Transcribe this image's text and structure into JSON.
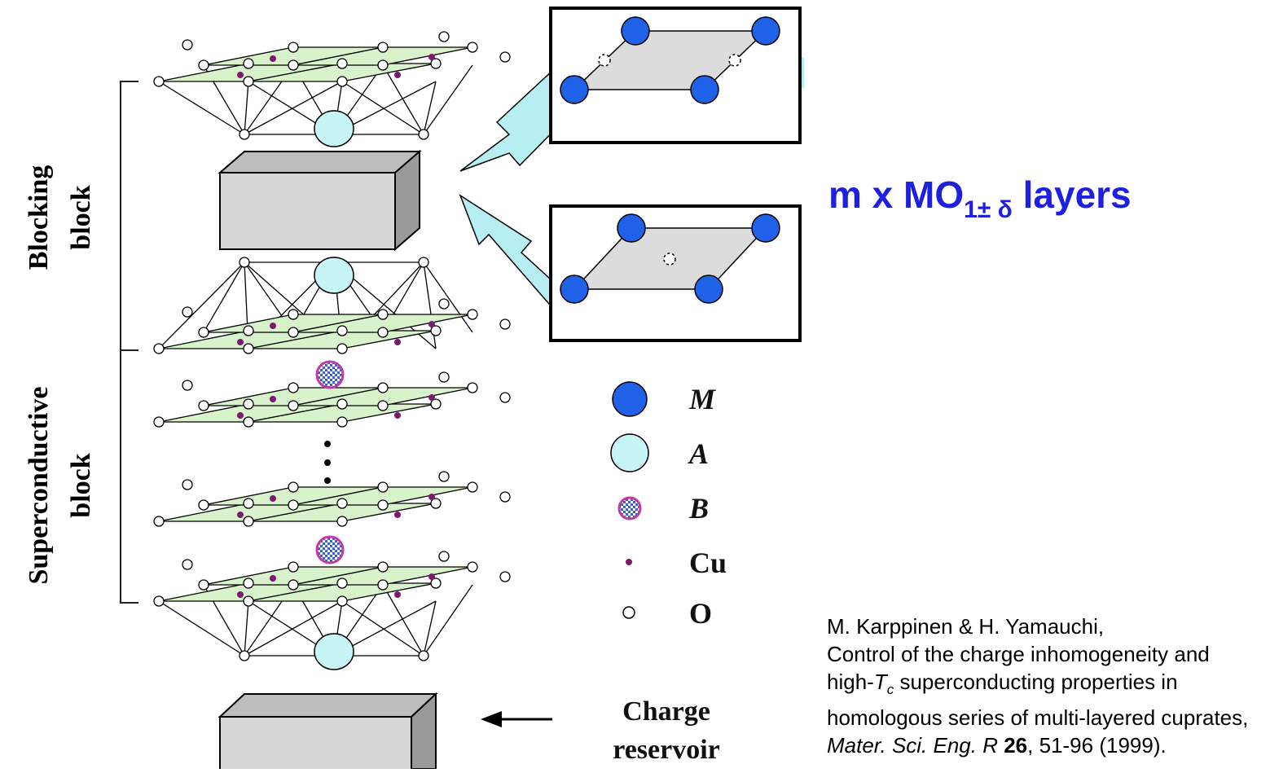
{
  "side_labels": {
    "blocking_line1": "Blocking",
    "blocking_line2": "block",
    "super_line1": "Superconductive",
    "super_line2": "block"
  },
  "legend": {
    "m": "M",
    "a": "A",
    "b": "B",
    "cu": "Cu",
    "o": "O",
    "charge_line1": "Charge",
    "charge_line2": "reservoir"
  },
  "headline": {
    "main": "m x MO",
    "sub": "1± δ",
    "tail": " layers"
  },
  "citation": {
    "line1": "M. Karppinen & H. Yamauchi,",
    "line2": "Control of the charge inhomogeneity and",
    "line3_a": "high-",
    "line3_t": "T",
    "line3_c": "c",
    "line3_b": " superconducting properties in",
    "line4": "homologous series of multi-layered cuprates,",
    "line5_journal": "Mater. Sci. Eng. R",
    "line5_vol": " 26",
    "line5_pages": ", 51-96 (1999)."
  },
  "colors": {
    "m_atom": "#1f62e8",
    "a_atom": "#c7f4f6",
    "plane": "#d8f3cc",
    "arrow": "#b7eef2",
    "cu_dot": "#7a1a6e",
    "headline": "#1f1fe0"
  }
}
